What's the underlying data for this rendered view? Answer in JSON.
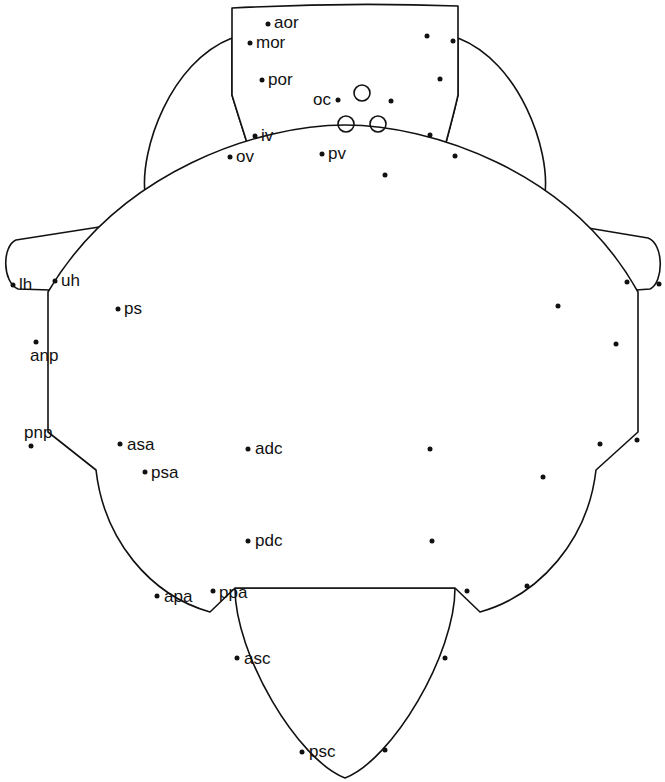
{
  "diagram": {
    "labels": [
      "aor",
      "mor",
      "por",
      "oc",
      "iv",
      "ov",
      "pv",
      "lh",
      "uh",
      "ps",
      "anp",
      "pnp",
      "asa",
      "psa",
      "adc",
      "pdc",
      "apa",
      "ppa",
      "asc",
      "psc"
    ]
  }
}
